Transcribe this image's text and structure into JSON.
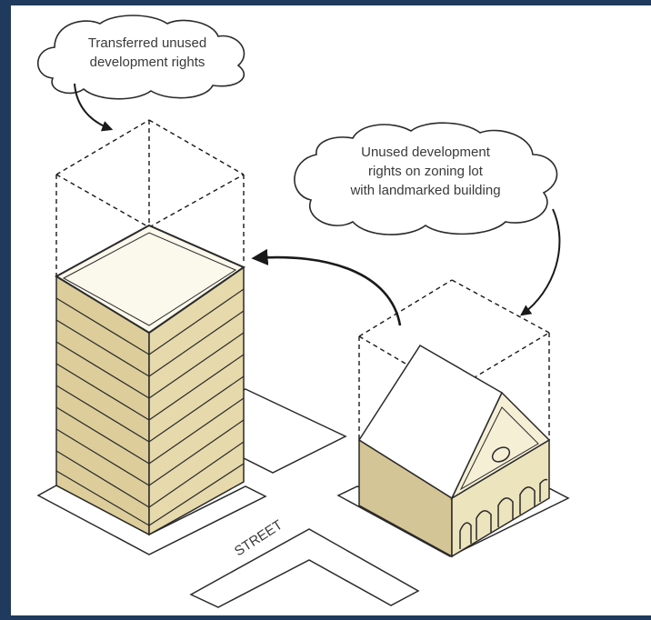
{
  "callouts": {
    "transferred": [
      "Transferred unused",
      "development rights"
    ],
    "unused": [
      "Unused development",
      "rights on zoning lot",
      "with landmarked building"
    ]
  },
  "street_label": "STREET",
  "colors": {
    "frame": "#1f3a5c",
    "tower_face_left": "#dccd9a",
    "tower_face_right": "#e6d9ab",
    "tower_top": "#fbf8ec",
    "building_left": "#d4c596",
    "building_right": "#ece4bd",
    "outline": "#2a2a2a"
  },
  "icons": {
    "transfer_arrow": "curved-arrow-icon",
    "callout_arrow": "curved-pointer-arrow-icon"
  }
}
